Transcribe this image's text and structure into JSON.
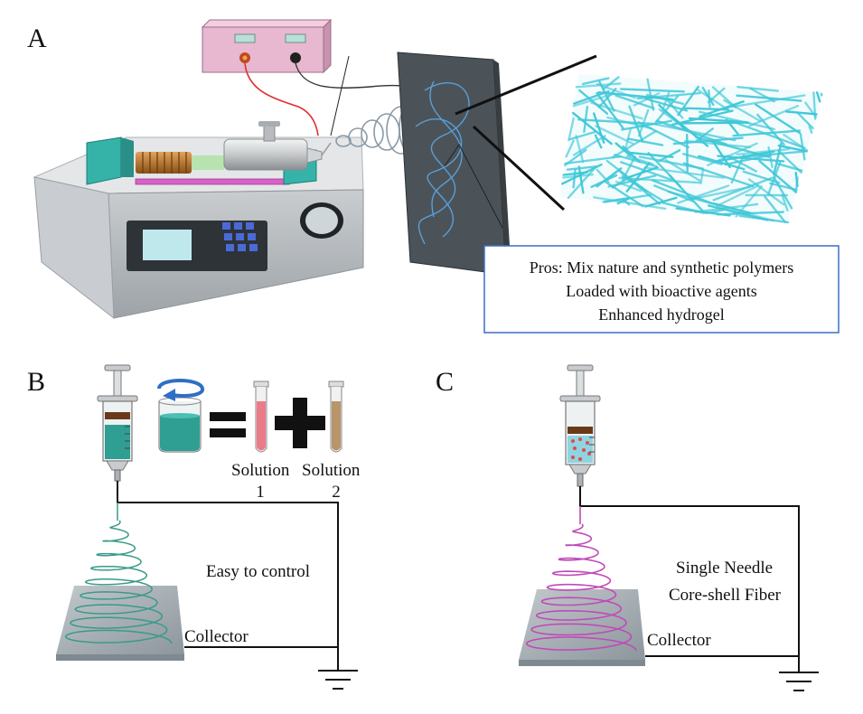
{
  "panels": {
    "a": {
      "label": "A"
    },
    "b": {
      "label": "B"
    },
    "c": {
      "label": "C"
    }
  },
  "panel_a": {
    "pros_lines": [
      "Pros: Mix nature and synthetic polymers",
      "Loaded with bioactive agents",
      "Enhanced hydrogel"
    ]
  },
  "panel_b": {
    "solution1_line1": "Solution",
    "solution1_line2": "1",
    "solution2_line1": "Solution",
    "solution2_line2": "2",
    "feature": "Easy to control",
    "collector": "Collector"
  },
  "panel_c": {
    "feature_line1": "Single Needle",
    "feature_line2": "Core-shell Fiber",
    "collector": "Collector"
  },
  "colors": {
    "fiber_b": "#3a9a8a",
    "fiber_c": "#c04ab8",
    "fiber_mesh": "#40c8d8",
    "box_border": "#3a6fc4",
    "power_box": "#e7b8cf",
    "wire_red": "#e03030"
  }
}
